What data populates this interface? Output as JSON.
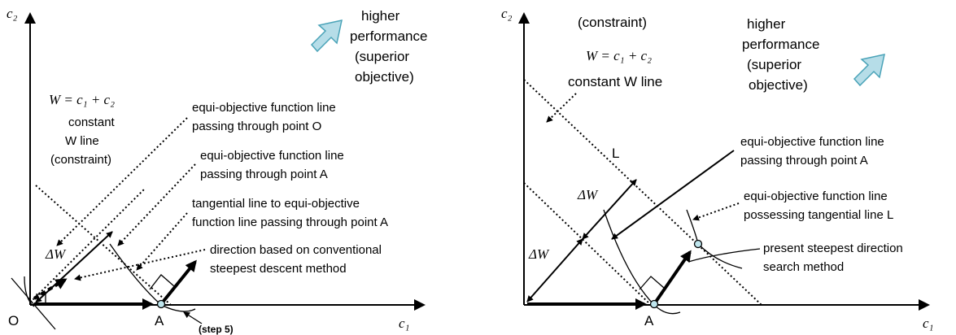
{
  "left": {
    "axis_x": "c₁",
    "axis_y": "c₂",
    "higher_performance": [
      "higher",
      "performance",
      "(superior",
      "objective)"
    ],
    "formula": "W = c₁ + c₂",
    "constraint_lines": [
      "constant",
      "W line",
      "(constraint)"
    ],
    "callout_o": [
      "equi-objective function line",
      "passing through point O"
    ],
    "callout_a": [
      "equi-objective function line",
      "passing through point A"
    ],
    "callout_tangent": [
      "tangential line to equi-objective",
      "function line passing through point A"
    ],
    "callout_direction": [
      "direction based on conventional",
      "steepest descent method"
    ],
    "delta_w": "ΔW",
    "point_o": "O",
    "point_a": "A",
    "step": "(step 5)"
  },
  "right": {
    "axis_x": "c₁",
    "axis_y": "c₂",
    "constraint": "(constraint)",
    "formula": "W = c₁ + c₂",
    "constant_w": "constant W line",
    "higher_performance": [
      "higher",
      "performance",
      "(superior",
      "objective)"
    ],
    "point_l": "L",
    "callout_a": [
      "equi-objective function line",
      "passing through point A"
    ],
    "callout_l": [
      "equi-objective function line",
      "possessing tangential line L"
    ],
    "callout_present": [
      "present steepest direction",
      "search method"
    ],
    "delta_w_top": "ΔW",
    "delta_w_bottom": "ΔW",
    "point_a": "A"
  },
  "colors": {
    "arrow_fill": "#b6dde8",
    "arrow_stroke": "#4aa3b8",
    "point_fill": "#bfe6ee"
  }
}
